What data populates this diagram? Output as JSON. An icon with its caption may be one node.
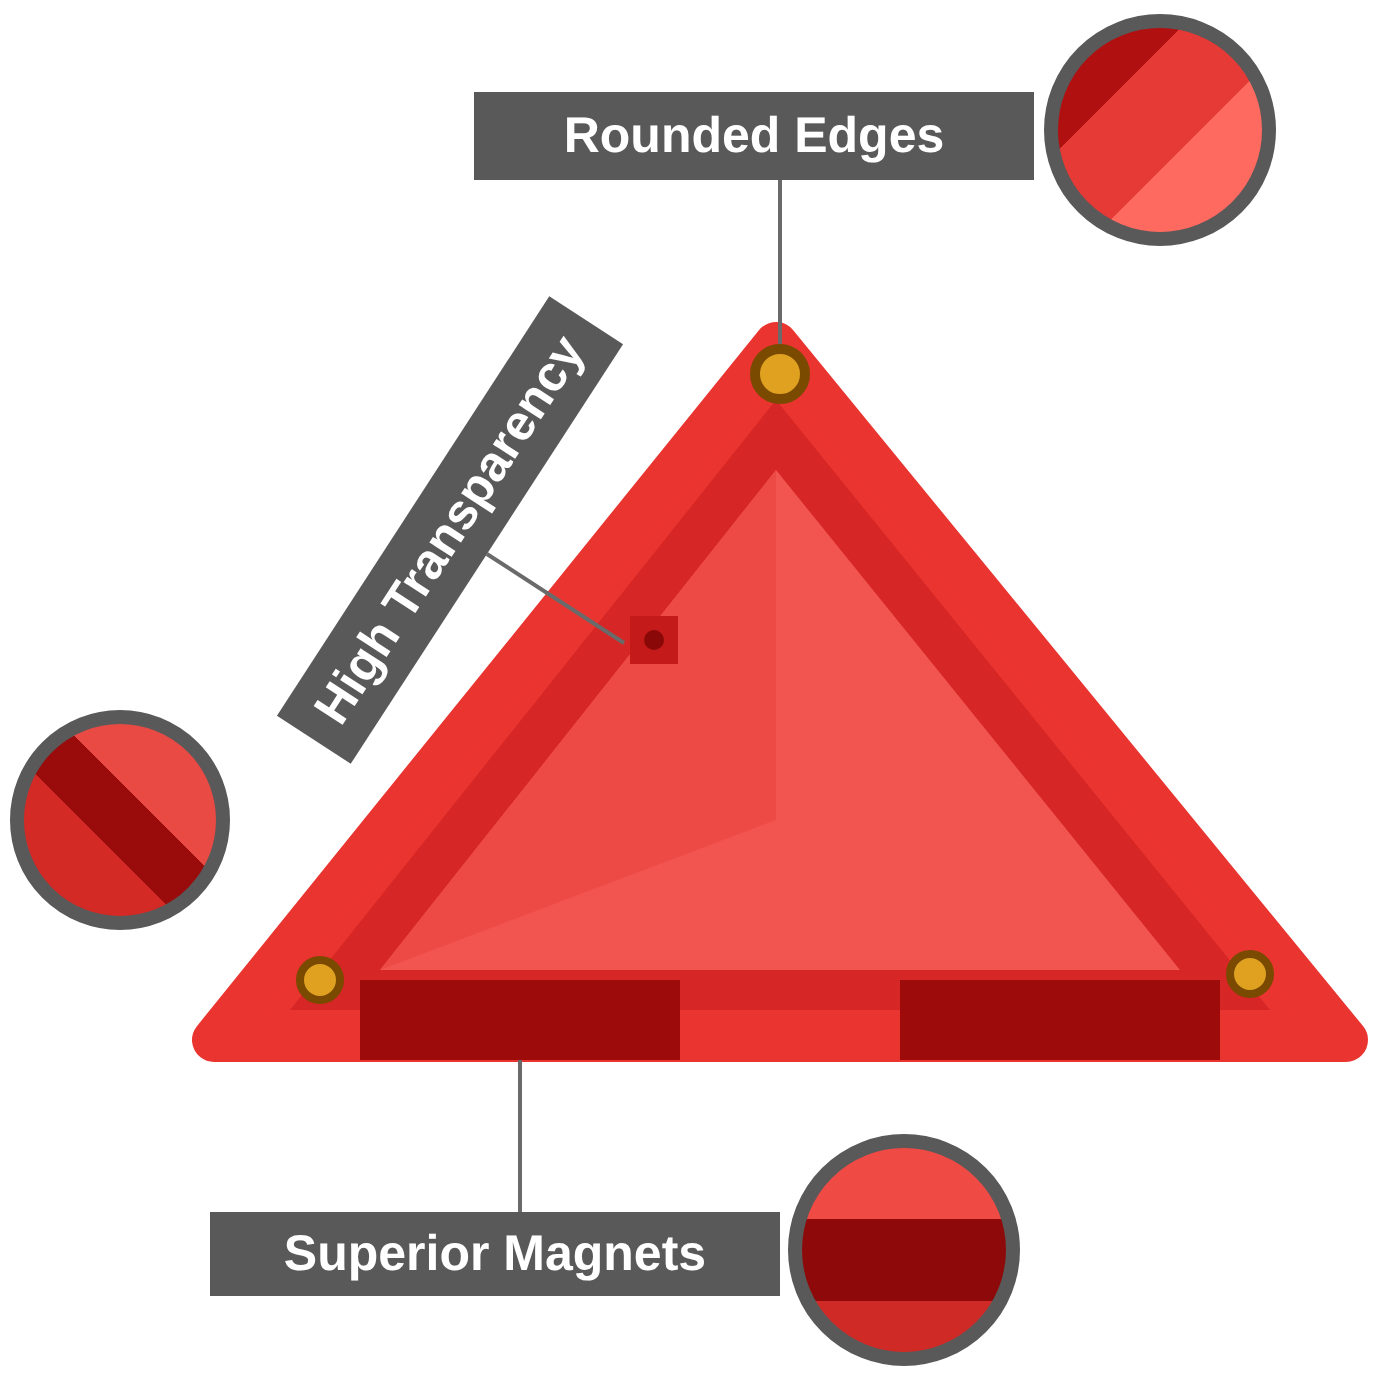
{
  "diagram": {
    "nodes": [
      {
        "text": [],
        "shape": "picture"
      },
      {
        "text": [],
        "shape": "circle",
        "in": 0
      },
      {
        "text": [],
        "shape": "box",
        "in": 0
      },
      {
        "text": [],
        "shape": "bar",
        "in": 0
      },
      {
        "text": [
          "Rounded Edges"
        ]
      },
      {
        "text": [],
        "shape": "picture"
      },
      {
        "text": [
          "High Transparency"
        ]
      },
      {
        "text": [],
        "shape": "picture"
      },
      {
        "text": [
          "Superior Magnets"
        ]
      },
      {
        "text": [],
        "shape": "picture"
      }
    ],
    "edges": [
      {
        "from": 4,
        "to": 1,
        "arrow": "none"
      },
      {
        "from": 6,
        "to": 2,
        "arrow": "none"
      },
      {
        "from": 8,
        "to": 3,
        "arrow": "none"
      }
    ]
  }
}
